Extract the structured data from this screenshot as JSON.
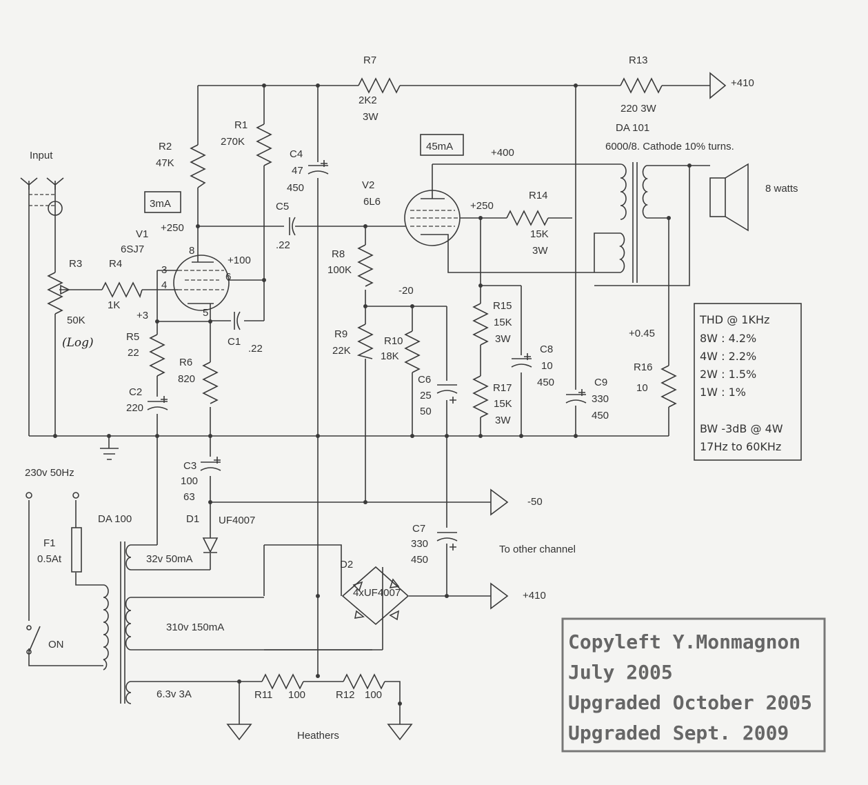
{
  "components": {
    "R1": {
      "ref": "R1",
      "value": "270K"
    },
    "R2": {
      "ref": "R2",
      "value": "47K"
    },
    "R3": {
      "ref": "R3",
      "value": "50K",
      "note": "(Log)"
    },
    "R4": {
      "ref": "R4",
      "value": "1K"
    },
    "R5": {
      "ref": "R5",
      "value": "22"
    },
    "R6": {
      "ref": "R6",
      "value": "820"
    },
    "R7": {
      "ref": "R7",
      "value": "2K2",
      "power": "3W"
    },
    "R8": {
      "ref": "R8",
      "value": "100K"
    },
    "R9": {
      "ref": "R9",
      "value": "22K"
    },
    "R10": {
      "ref": "R10",
      "value": "18K"
    },
    "R11": {
      "ref": "R11",
      "value": "100"
    },
    "R12": {
      "ref": "R12",
      "value": "100"
    },
    "R13": {
      "ref": "R13",
      "value": "220 3W"
    },
    "R14": {
      "ref": "R14",
      "value": "15K",
      "power": "3W"
    },
    "R15": {
      "ref": "R15",
      "value": "15K",
      "power": "3W"
    },
    "R16": {
      "ref": "R16",
      "value": "10"
    },
    "R17": {
      "ref": "R17",
      "value": "15K",
      "power": "3W"
    },
    "C1": {
      "ref": "C1",
      "value": ".22"
    },
    "C2": {
      "ref": "C2",
      "value": "220"
    },
    "C3": {
      "ref": "C3",
      "value": "100",
      "voltage": "63"
    },
    "C4": {
      "ref": "C4",
      "value": "47",
      "voltage": "450"
    },
    "C5": {
      "ref": "C5",
      "value": ".22"
    },
    "C6": {
      "ref": "C6",
      "value": "25",
      "voltage": "50"
    },
    "C7": {
      "ref": "C7",
      "value": "330",
      "voltage": "450"
    },
    "C8": {
      "ref": "C8",
      "value": "10",
      "voltage": "450"
    },
    "C9": {
      "ref": "C9",
      "value": "330",
      "voltage": "450"
    },
    "D1": {
      "ref": "D1",
      "value": "UF4007"
    },
    "D2": {
      "ref": "D2",
      "value": "4xUF4007"
    },
    "F1": {
      "ref": "F1",
      "value": "0.5At"
    },
    "V1": {
      "ref": "V1",
      "value": "6SJ7"
    },
    "V2": {
      "ref": "V2",
      "value": "6L6"
    }
  },
  "labels": {
    "input": "Input",
    "mains": "230v 50Hz",
    "on": "ON",
    "da100": "DA 100",
    "da101": "DA 101",
    "ot_spec": "6000/8. Cathode 10% turns.",
    "speaker": "8 watts",
    "sec_32v": "32v 50mA",
    "sec_310v": "310v 150mA",
    "sec_63v": "6.3v 3A",
    "heathers": "Heathers",
    "to_other_channel": "To other channel",
    "out_410_top": "+410",
    "out_minus50": "-50",
    "out_410_bottom": "+410"
  },
  "voltages": {
    "v250_v1": "+250",
    "v100": "+100",
    "v3": "+3",
    "v400": "+400",
    "v250_v2": "+250",
    "v_minus20": "-20",
    "v045": "+0.45"
  },
  "currents": {
    "v1": "3mA",
    "v2": "45mA"
  },
  "pins": {
    "p3": "3",
    "p4": "4",
    "p8": "8",
    "p6": "6",
    "p5": "5"
  },
  "thd_box": {
    "title": "THD @ 1KHz",
    "rows": [
      "8W : 4.2%",
      "4W : 2.2%",
      "2W : 1.5%",
      "1W : 1%"
    ],
    "bw_title": "BW -3dB @ 4W",
    "bw_range": "17Hz to 60KHz"
  },
  "copyright": [
    "Copyleft Y.Monmagnon",
    "July 2005",
    "Upgraded October 2005",
    "Upgraded Sept. 2009"
  ]
}
